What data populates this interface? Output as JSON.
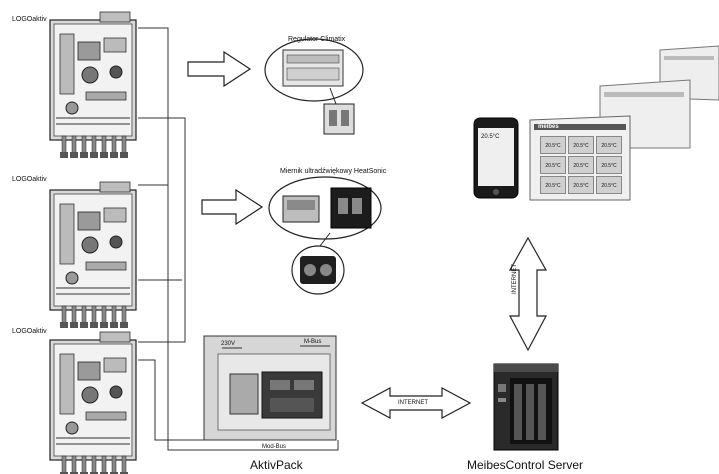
{
  "diagram": {
    "stations": [
      {
        "label": "LOGOaktiv"
      },
      {
        "label": "LOGOaktiv"
      },
      {
        "label": "LOGOaktiv"
      }
    ],
    "regulator": {
      "title": "Regulator Climatix"
    },
    "meter": {
      "title": "Miernik ultradźwiękowy HeatSonic"
    },
    "aktivpack": {
      "label": "AktivPack",
      "voltage": "230V",
      "mbus": "M-Bus",
      "modbus": "Mod-Bus"
    },
    "server": {
      "label": "MeibesControl Server"
    },
    "links": {
      "internet_horizontal": "INTERNET",
      "internet_vertical": "INTERNET"
    },
    "phone": {
      "temperature": "20.5°C"
    },
    "dashboard": {
      "brand": "meibes",
      "tiles": [
        "20.5°C",
        "20.5°C",
        "20.5°C",
        "20.5°C",
        "20.5°C",
        "20.5°C",
        "20.5°C",
        "20.5°C",
        "20.5°C"
      ]
    },
    "colors": {
      "line": "#2a2a2a",
      "unit_fill": "#dcdcdc",
      "pack_bg": "#d8d8d8",
      "screen_bg": "#eeeeee"
    }
  }
}
